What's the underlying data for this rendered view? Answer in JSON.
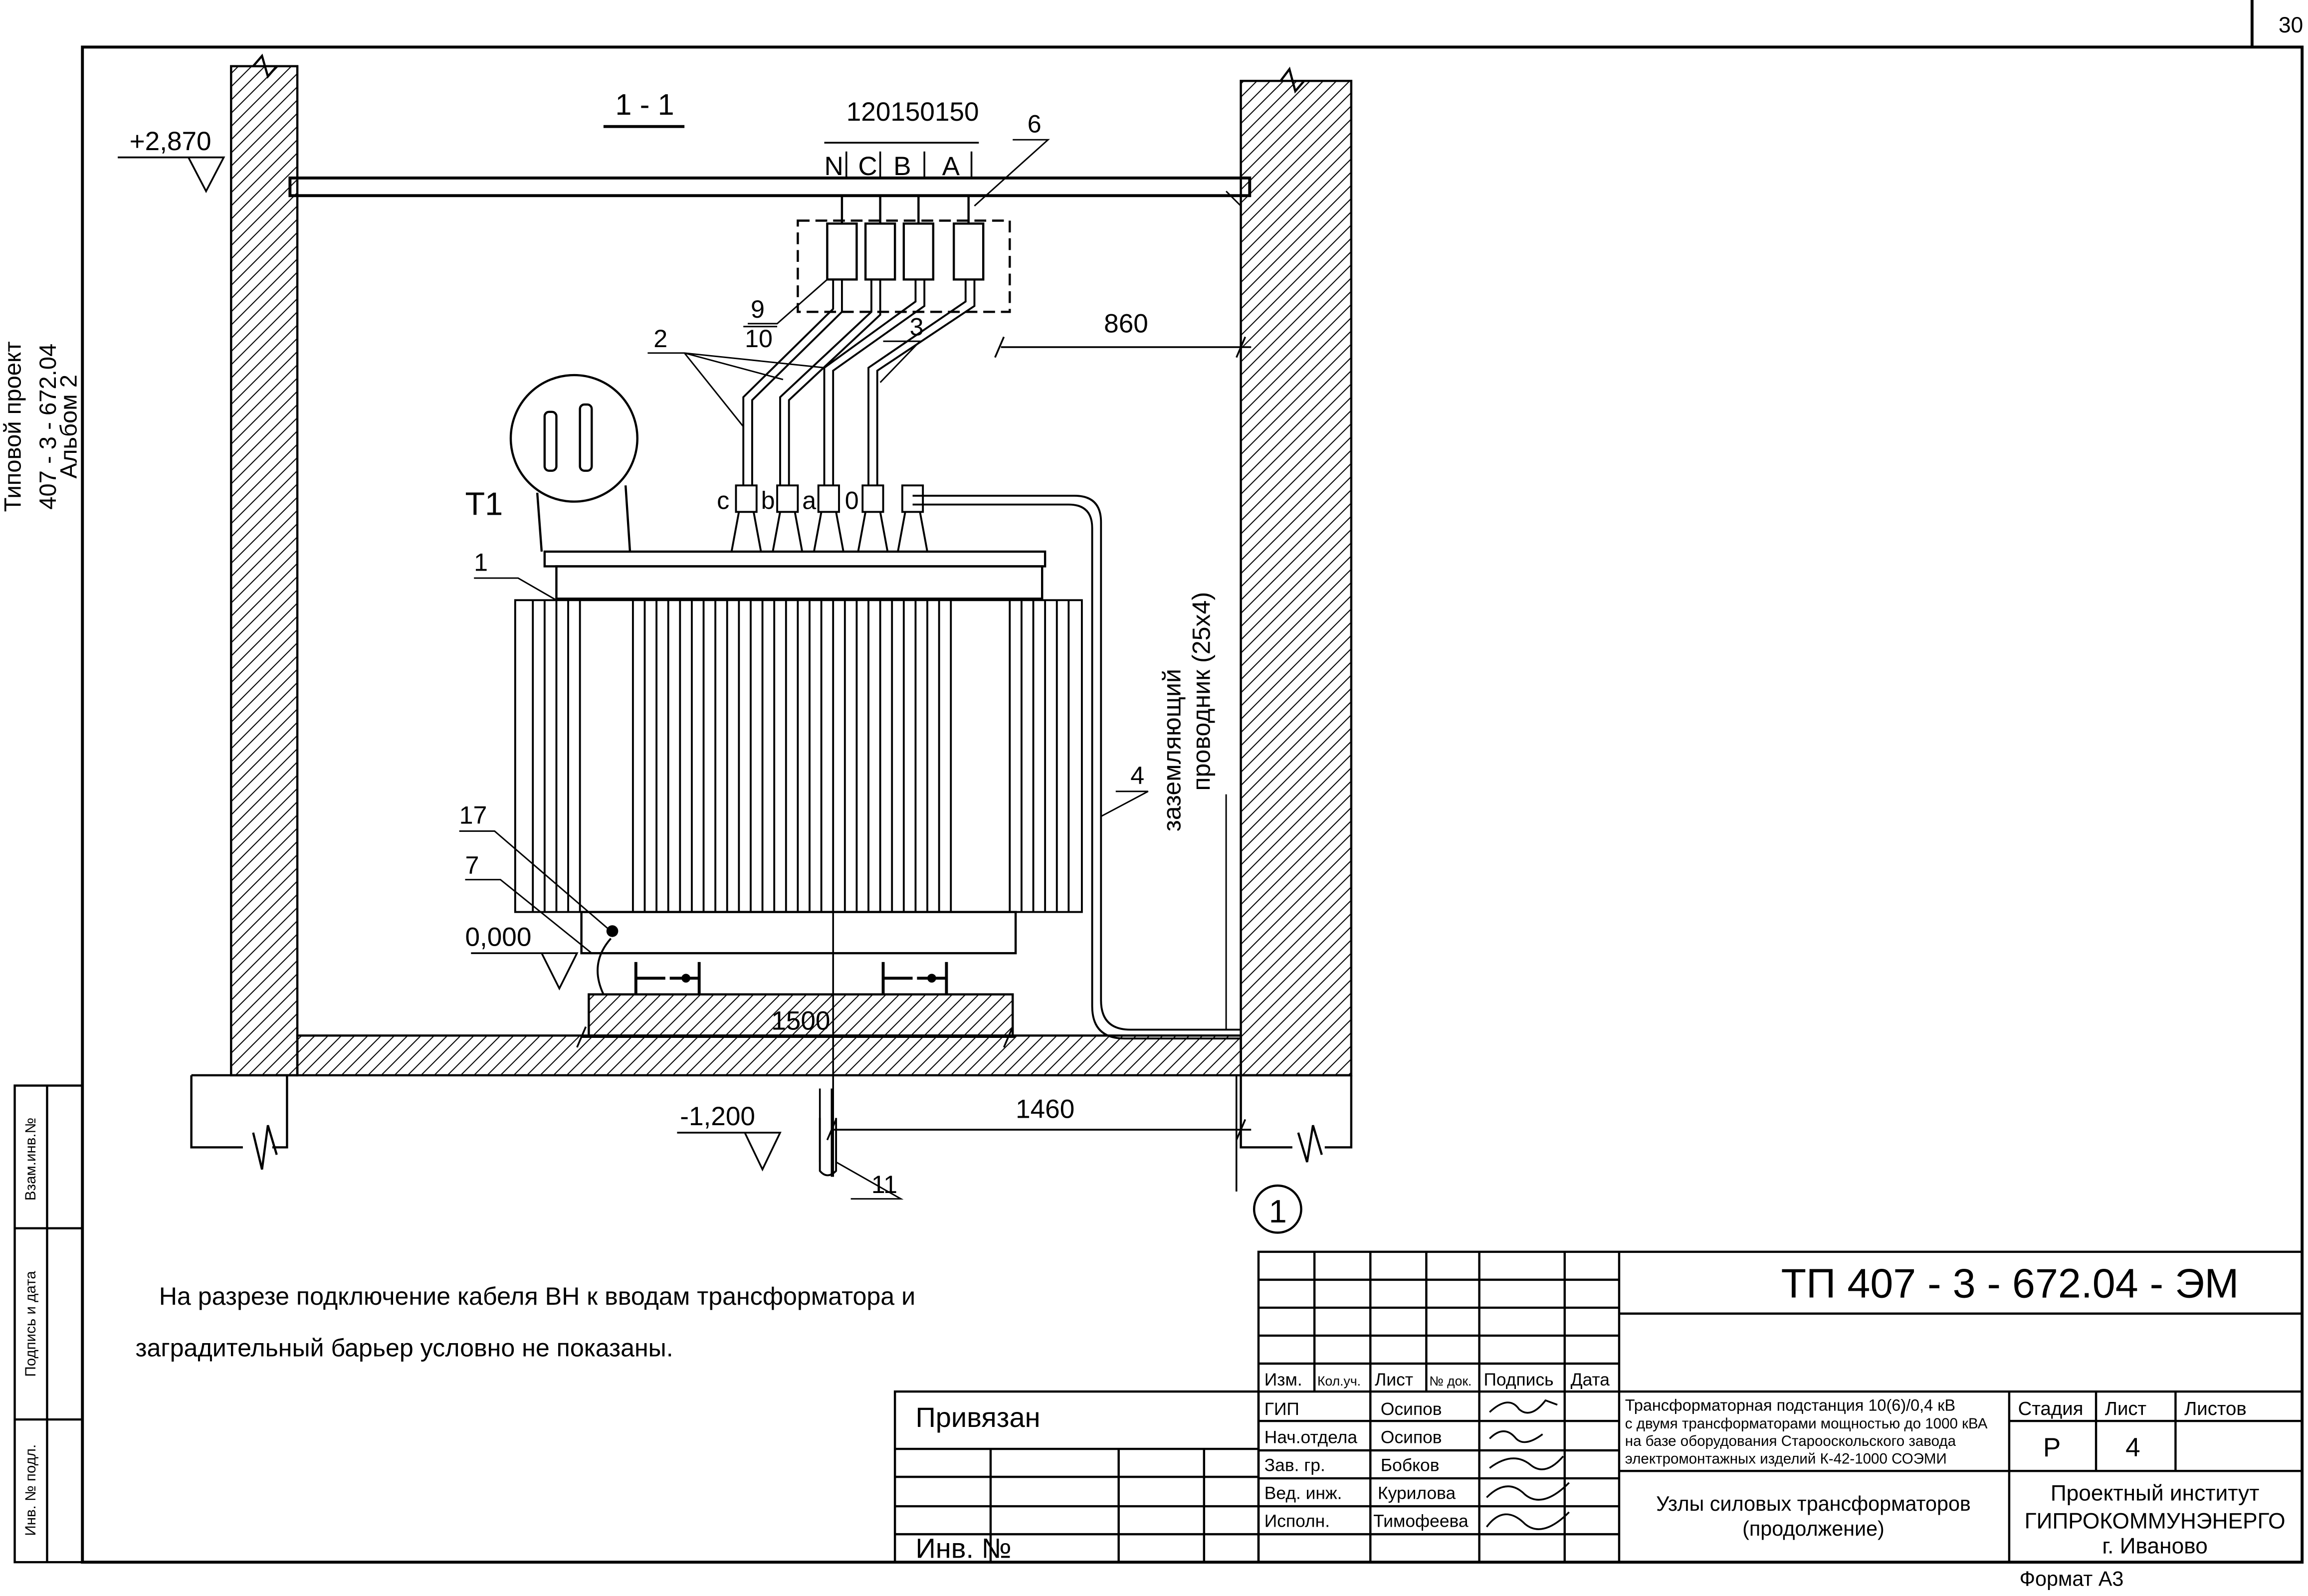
{
  "sheet": {
    "page_number": "30",
    "format": "Формат А3"
  },
  "side_stamp": {
    "line1": "Типовой проект",
    "line2": "407 - 3 - 672.04",
    "line3": "Альбом 2",
    "fields": [
      "Взам.инв.№",
      "Подпись и дата",
      "Инв. № подл."
    ]
  },
  "drawing": {
    "section_title": "1 - 1",
    "dim_top": "120150150",
    "bus_labels": [
      "N",
      "C",
      "B",
      "A"
    ],
    "level_top": "+2,870",
    "level_zero": "0,000",
    "level_bottom": "-1,200",
    "dim_860": "860",
    "dim_1500": "1500",
    "dim_1460": "1460",
    "transformer_label": "T1",
    "terminal_labels": [
      "c",
      "b",
      "a",
      "0"
    ],
    "ground_conductor": [
      "заземляющий",
      "проводник (25х4)"
    ],
    "callouts": [
      "1",
      "2",
      "3",
      "4",
      "6",
      "7",
      "9",
      "10",
      "11",
      "17"
    ],
    "axis_marker": "1"
  },
  "note": {
    "line1": "На разрезе  подключение кабеля ВН к вводам трансформатора и",
    "line2": "заградительный барьер условно не показаны."
  },
  "title_block": {
    "project_code": "ТП  407 - 3 - 672.04 - ЭМ",
    "privyazan": "Привязан",
    "inv_no": "Инв. №",
    "headers": [
      "Изм.",
      "Кол.уч.",
      "Лист",
      "№ док.",
      "Подпись",
      "Дата"
    ],
    "roles": [
      "ГИП",
      "Нач.отдела",
      "Зав. гр.",
      "Вед. инж.",
      "Исполн."
    ],
    "names": [
      "Осипов",
      "Осипов",
      "Бобков",
      "Курилова",
      "Тимофеева"
    ],
    "description": [
      "Трансформаторная подстанция 10(6)/0,4 кВ",
      "с двумя трансформаторами мощностью до 1000 кВА",
      "на базе оборудования Старооскольского завода",
      "электромонтажных изделий К-42-1000 СОЭМИ"
    ],
    "sheet_title": [
      "Узлы силовых трансформаторов",
      "(продолжение)"
    ],
    "stage_header": "Стадия",
    "sheet_header": "Лист",
    "sheets_header": "Листов",
    "stage": "Р",
    "sheet_no": "4",
    "org": [
      "Проектный институт",
      "ГИПРОКОММУНЭНЕРГО",
      "г. Иваново"
    ]
  }
}
